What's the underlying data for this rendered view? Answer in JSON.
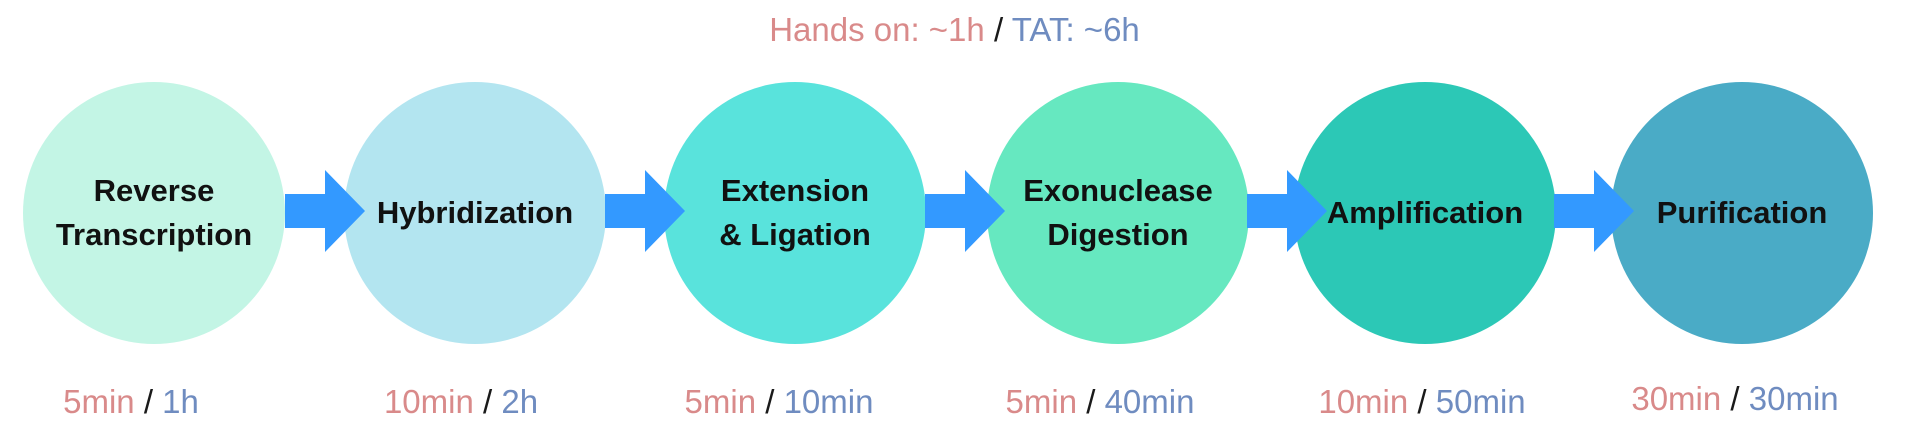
{
  "colors": {
    "hands": "#d98a8a",
    "tat": "#6f8cc0",
    "arrow": "#3399ff"
  },
  "header": {
    "hands_on": "Hands on: ~1h",
    "separator": "/",
    "tat": "TAT: ~6h"
  },
  "steps": [
    {
      "label": "Reverse\nTranscription",
      "color": "#c3f5e5",
      "hands_on": "5min",
      "tat": "1h"
    },
    {
      "label": "Hybridization",
      "color": "#b3e5f0",
      "hands_on": "10min",
      "tat": "2h"
    },
    {
      "label": "Extension\n& Ligation",
      "color": "#59e3dc",
      "hands_on": "5min",
      "tat": "10min"
    },
    {
      "label": "Exonuclease\nDigestion",
      "color": "#66e8c0",
      "hands_on": "5min",
      "tat": "40min"
    },
    {
      "label": "Amplification",
      "color": "#2cc8b6",
      "hands_on": "10min",
      "tat": "50min"
    },
    {
      "label": "Purification",
      "color": "#4aabc6",
      "hands_on": "30min",
      "tat": "30min"
    }
  ],
  "time_separator": "/"
}
